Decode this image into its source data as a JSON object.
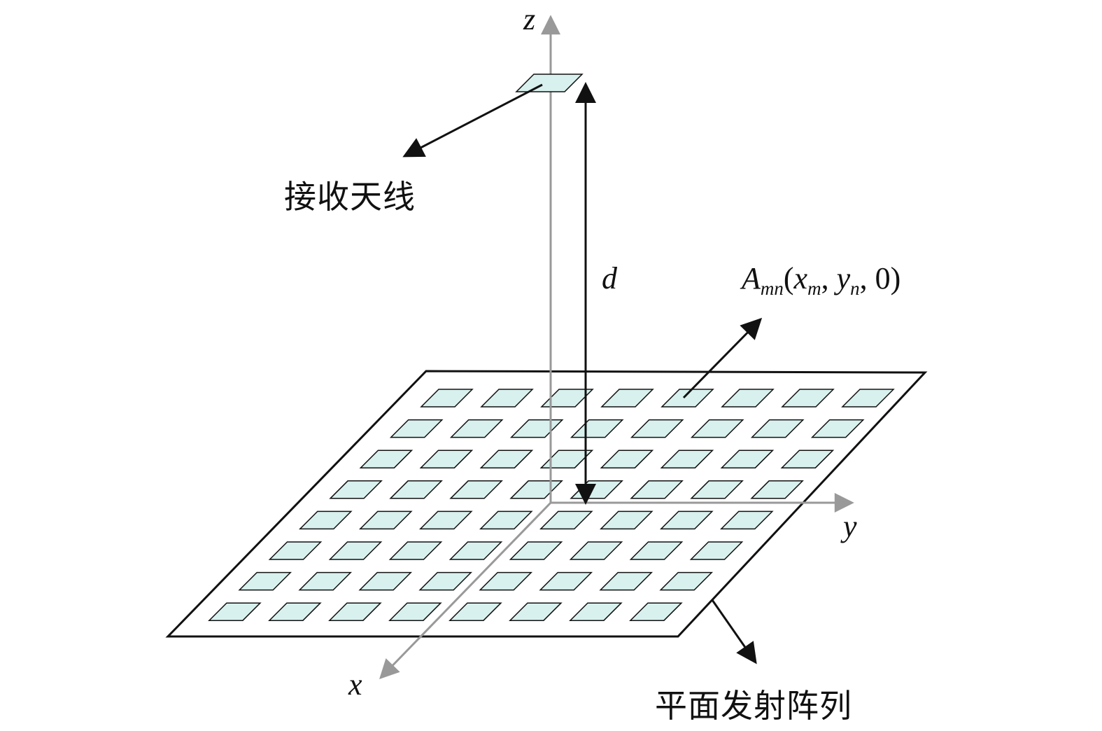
{
  "diagram": {
    "axes": {
      "z_label": "z",
      "y_label": "y",
      "x_label": "x"
    },
    "distance_label": "d",
    "receiver_label": "接收天线",
    "array_label": "平面发射阵列",
    "element_formula": {
      "base": "A",
      "base_sub": "mn",
      "open": "(",
      "x": "x",
      "x_sub": "m",
      "sep1": ", ",
      "y": "y",
      "y_sub": "n",
      "sep2": ", ",
      "zero": "0",
      "close": ")"
    },
    "array_grid": {
      "rows": 8,
      "cols": 8
    },
    "colors": {
      "patch_fill": "#d8f1ee",
      "line": "#111111",
      "axis": "#999999"
    }
  }
}
